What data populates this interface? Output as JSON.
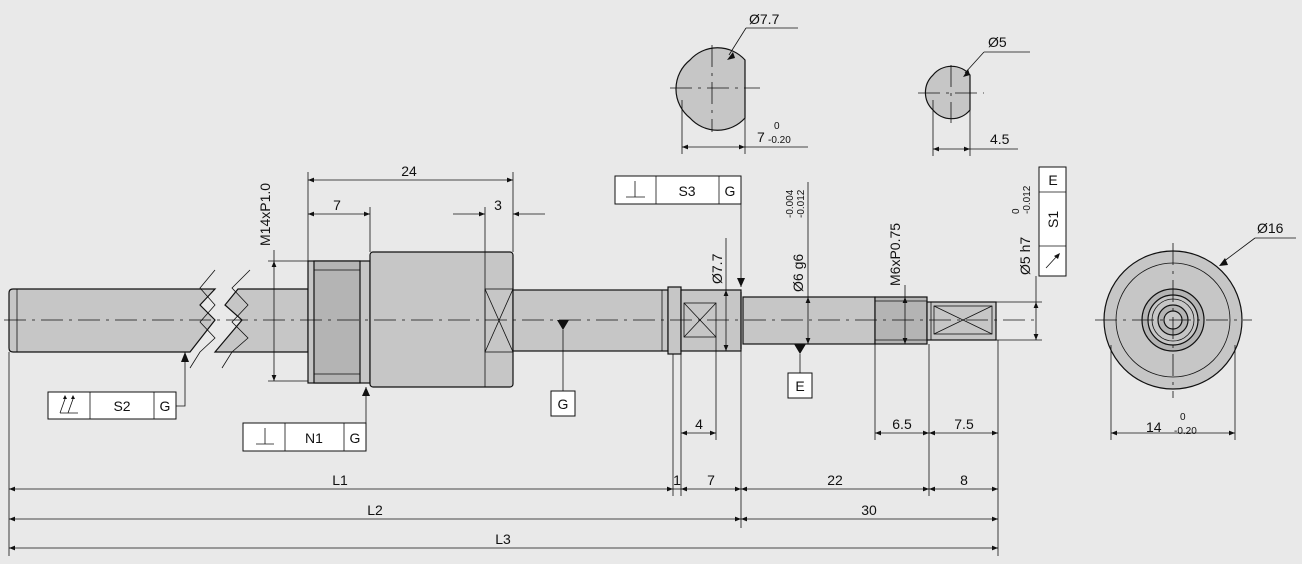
{
  "shaft_dims": {
    "L1": "L1",
    "L2": "L2",
    "L3": "L3",
    "d1": "1",
    "d7a": "7",
    "d22": "22",
    "d8": "8",
    "d30": "30",
    "d24": "24",
    "d7b": "7",
    "d3": "3",
    "d4": "4",
    "d6_5": "6.5",
    "d7_5": "7.5"
  },
  "threads": {
    "m14": "M14xP1.0",
    "m6": "M6xP0.75"
  },
  "diameters": {
    "d7_7_main": "Ø7.7",
    "d6g6": "Ø6 g6",
    "d6g6_tol_upper": "-0.004",
    "d6g6_tol_lower": "-0.012",
    "d5h7": "Ø5 h7",
    "d5h7_tol_upper": "0",
    "d5h7_tol_lower": "-0.012"
  },
  "section_views": {
    "sec1_dia": "Ø7.7",
    "sec1_width": "7",
    "sec1_tol_upper": "0",
    "sec1_tol_lower": "-0.20",
    "sec2_dia": "Ø5",
    "sec2_width": "4.5"
  },
  "end_view": {
    "dia": "Ø16",
    "width": "14",
    "tol_upper": "0",
    "tol_lower": "-0.20"
  },
  "datums": {
    "g": "G",
    "e": "E"
  },
  "frames": {
    "s2": {
      "symbol": "runout-icon",
      "label": "S2",
      "datum": "G"
    },
    "n1": {
      "symbol": "perpendicularity-icon",
      "label": "N1",
      "datum": "G"
    },
    "s3": {
      "symbol": "perpendicularity-icon",
      "label": "S3",
      "datum": "G"
    },
    "s1": {
      "symbol": "runout-icon",
      "label": "S1",
      "datum": "E"
    }
  }
}
